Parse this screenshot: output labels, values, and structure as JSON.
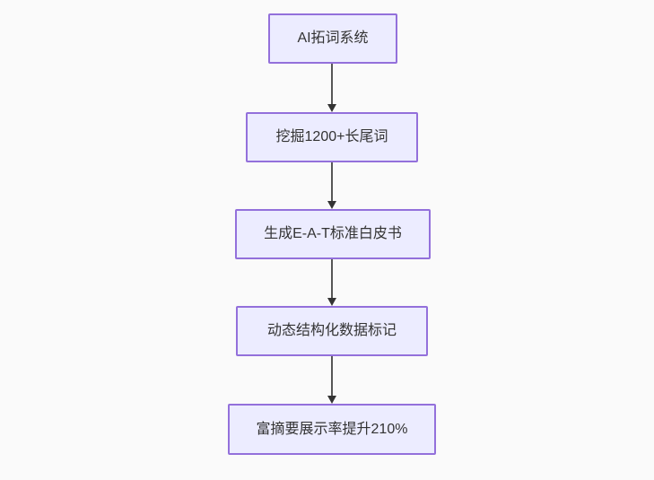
{
  "flowchart": {
    "type": "flowchart-top-down",
    "nodes": [
      {
        "label": "AI拓词系统"
      },
      {
        "label": "挖掘1200+长尾词"
      },
      {
        "label": "生成E-A-T标准白皮书"
      },
      {
        "label": "动态结构化数据标记"
      },
      {
        "label": "富摘要展示率提升210%"
      }
    ],
    "edges": [
      {
        "from": "AI拓词系统",
        "to": "挖掘1200+长尾词"
      },
      {
        "from": "挖掘1200+长尾词",
        "to": "生成E-A-T标准白皮书"
      },
      {
        "from": "生成E-A-T标准白皮书",
        "to": "动态结构化数据标记"
      },
      {
        "from": "动态结构化数据标记",
        "to": "富摘要展示率提升210%"
      }
    ]
  },
  "theme": {
    "canvas_bg": "#fafafa",
    "node_fill": "#ECECFF",
    "node_border": "#9370DB",
    "node_text": "#333333",
    "edge_line": "#565656",
    "arrowhead": "#333333"
  }
}
